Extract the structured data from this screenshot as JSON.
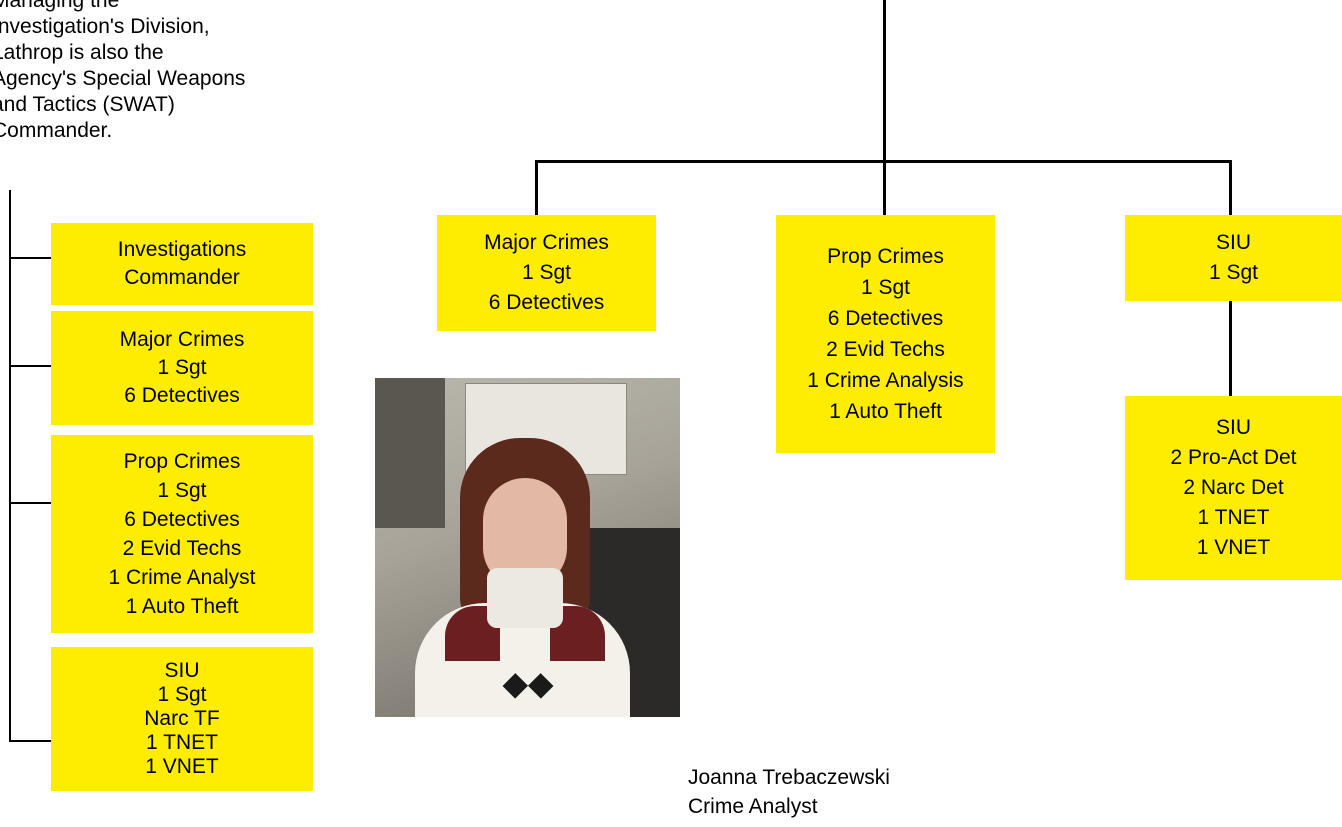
{
  "intro_text": "Managing the\nInvestigation's Division,\nLathrop is also the\nAgency's Special Weapons\nand Tactics (SWAT)\nCommander.",
  "left_column": [
    {
      "lines": [
        "Investigations",
        "Commander"
      ]
    },
    {
      "lines": [
        "Major Crimes",
        "1 Sgt",
        "6 Detectives"
      ]
    },
    {
      "lines": [
        "Prop Crimes",
        "1 Sgt",
        "6 Detectives",
        "2 Evid Techs",
        "1 Crime Analyst",
        "1 Auto Theft"
      ]
    },
    {
      "lines": [
        "SIU",
        "1 Sgt",
        "Narc TF",
        "1 TNET",
        "1 VNET"
      ]
    }
  ],
  "top_row": [
    {
      "lines": [
        "Major Crimes",
        "1 Sgt",
        "6 Detectives"
      ]
    },
    {
      "lines": [
        "Prop Crimes",
        "1 Sgt",
        "6 Detectives",
        "2 Evid Techs",
        "1 Crime Analysis",
        "1 Auto Theft"
      ]
    },
    {
      "lines": [
        "SIU",
        "1 Sgt"
      ]
    }
  ],
  "siu_sub": {
    "lines": [
      "SIU",
      "2 Pro-Act Det",
      "2 Narc Det",
      "1 TNET",
      "1 VNET"
    ]
  },
  "photo_caption": {
    "name": "Joanna Trebaczewski",
    "title": "Crime Analyst"
  },
  "colors": {
    "box_fill": "#ffed00",
    "line": "#000000"
  }
}
